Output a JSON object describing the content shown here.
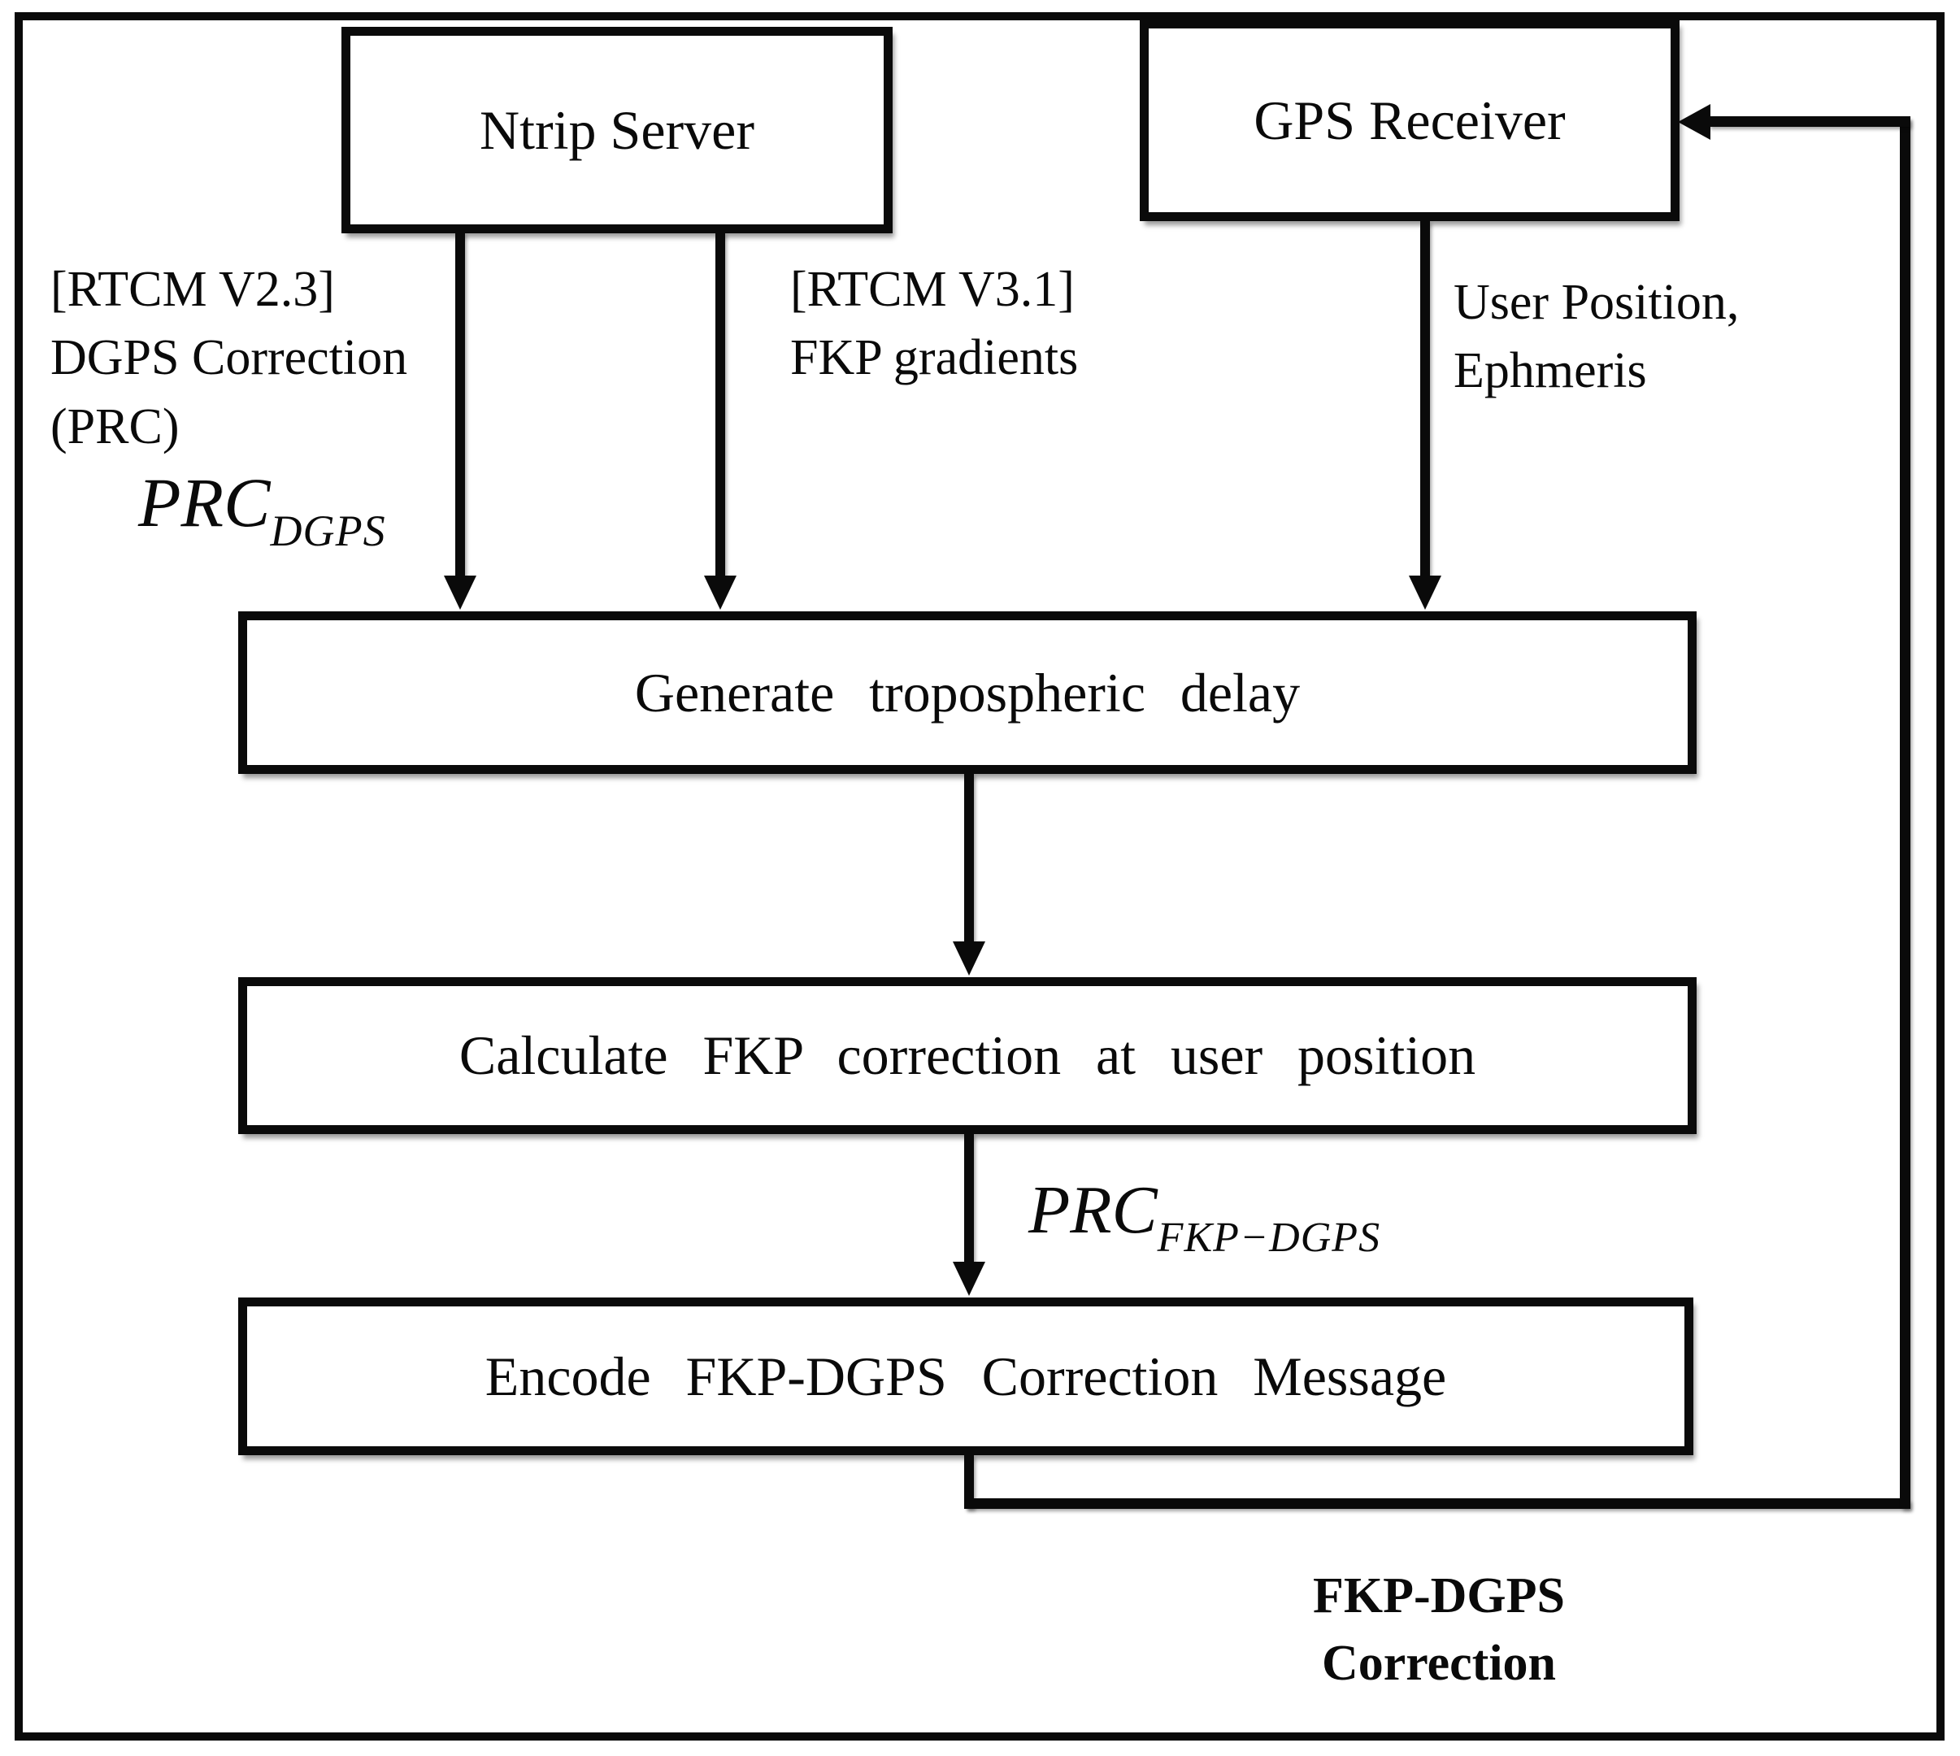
{
  "nodes": {
    "ntrip_server": {
      "label": "Ntrip Server"
    },
    "gps_receiver": {
      "label": "GPS Receiver"
    },
    "generate_tropo": {
      "label": "Generate tropospheric delay"
    },
    "calculate_fkp": {
      "label": "Calculate FKP correction at user position"
    },
    "encode_fkp": {
      "label": "Encode FKP-DGPS Correction Message"
    }
  },
  "annotations": {
    "rtcm_v23": {
      "lines": [
        "[RTCM V2.3]",
        "DGPS Correction",
        "(PRC)"
      ]
    },
    "rtcm_v31": {
      "lines": [
        "[RTCM V3.1]",
        "FKP gradients"
      ]
    },
    "user_position": {
      "lines": [
        "User Position,",
        "Ephmeris"
      ]
    },
    "prc_dgps": {
      "base": "PRC",
      "sub": "DGPS"
    },
    "prc_fkp_dgps": {
      "base": "PRC",
      "sub": "FKP−DGPS"
    },
    "output": {
      "lines": [
        "FKP-DGPS",
        "Correction"
      ]
    }
  },
  "colors": {
    "ink": "#0a0a0a",
    "paper": "#ffffff"
  }
}
